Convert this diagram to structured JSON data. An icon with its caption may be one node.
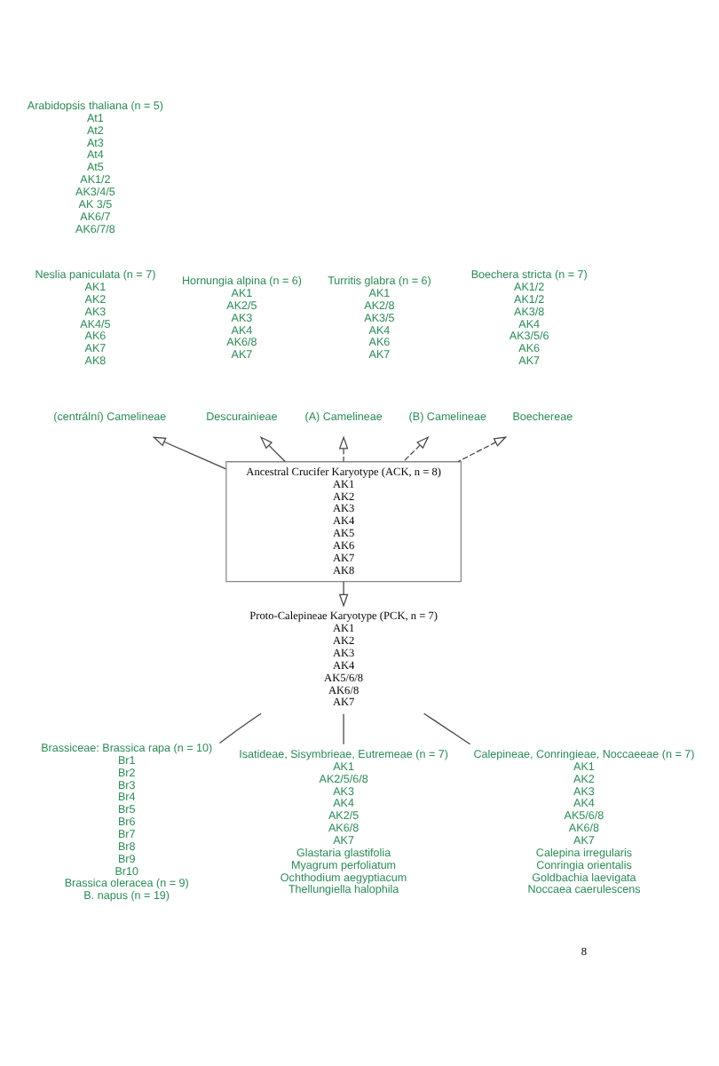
{
  "diagram": {
    "nodes": [
      {
        "text": [
          "Arabidopsis thaliana (n = 5)",
          "At1",
          "At2",
          "At3",
          "At4",
          "At5",
          "AK1/2",
          "AK3/4/5",
          "AK 3/5",
          "AK6/7",
          "AK6/7/8"
        ]
      },
      {
        "text": [
          "Hornungia alpina (n = 6)",
          "AK1",
          "AK2/5",
          "AK3",
          "AK4",
          "AK6/8",
          "AK7"
        ]
      },
      {
        "text": [
          "Turritis glabra (n = 6)",
          "AK1",
          "AK2/8",
          "AK3/5",
          "AK4",
          "AK6",
          "AK7"
        ]
      },
      {
        "text": [
          "Neslia paniculata (n = 7)",
          "AK1",
          "AK2",
          "AK3",
          "AK4/5",
          "AK6",
          "AK7",
          "AK8"
        ]
      },
      {
        "text": [
          "Boechera stricta (n = 7)",
          "AK1/2",
          "AK1/2",
          "AK3/8",
          "AK4",
          "AK3/5/6",
          "AK6",
          "AK7"
        ]
      },
      {
        "text": [
          "Descurainieae"
        ]
      },
      {
        "text": [
          "(A) Camelineae"
        ]
      },
      {
        "text": [
          "(centrální) Camelineae"
        ]
      },
      {
        "text": [
          "(B) Camelineae"
        ]
      },
      {
        "text": [
          "Boechereae"
        ]
      },
      {
        "text": [
          "Ancestral Crucifer Karyotype (ACK, n = 8)",
          "AK1",
          "AK2",
          "AK3",
          "AK4",
          "AK5",
          "AK6",
          "AK7",
          "AK8"
        ]
      },
      {
        "text": [
          "Proto-Calepineae Karyotype (PCK, n = 7)",
          "AK1",
          "AK2",
          "AK3",
          "AK4",
          "AK5/6/8",
          "AK6/8",
          "AK7"
        ]
      },
      {
        "text": [
          "Brassiceae: Brassica rapa (n = 10)",
          "Br1",
          "Br2",
          "Br3",
          "Br4",
          "Br5",
          "Br6",
          "Br7",
          "Br8",
          "Br9",
          "Br10",
          "Brassica oleracea (n = 9)",
          "B. napus (n = 19)"
        ]
      },
      {
        "text": [
          "Isatideae, Sisymbrieae, Eutremeae (n = 7)",
          "AK1",
          "AK2/5/6/8",
          "AK3",
          "AK4",
          "AK2/5",
          "AK6/8",
          "AK7",
          "Glastaria glastifolia",
          "Myagrum perfoliatum",
          "Ochthodium aegyptiacum",
          "Thellungiella halophila"
        ]
      },
      {
        "text": [
          "Calepineae, Conringieae, Noccaeeae (n = 7)",
          "AK1",
          "AK2",
          "AK3",
          "AK4",
          "AK5/6/8",
          "AK6/8",
          "AK7",
          "Calepina irregularis",
          "Conringia orientalis",
          "Goldbachia laevigata",
          "Noccaea caerulescens"
        ]
      }
    ],
    "edges": [
      {
        "from": 10,
        "to": 5,
        "arrow": "to"
      },
      {
        "from": 10,
        "to": 6,
        "arrow": "to",
        "style": "dashed"
      },
      {
        "from": 10,
        "to": 7,
        "arrow": "to"
      },
      {
        "from": 10,
        "to": 8,
        "arrow": "to",
        "style": "dashed"
      },
      {
        "from": 10,
        "to": 9,
        "arrow": "to",
        "style": "dashed"
      },
      {
        "from": 10,
        "to": 11,
        "arrow": "to"
      },
      {
        "from": 11,
        "to": 12,
        "arrow": "none"
      },
      {
        "from": 11,
        "to": 13,
        "arrow": "none"
      },
      {
        "from": 11,
        "to": 14,
        "arrow": "none"
      }
    ],
    "labels": [
      "8"
    ]
  }
}
